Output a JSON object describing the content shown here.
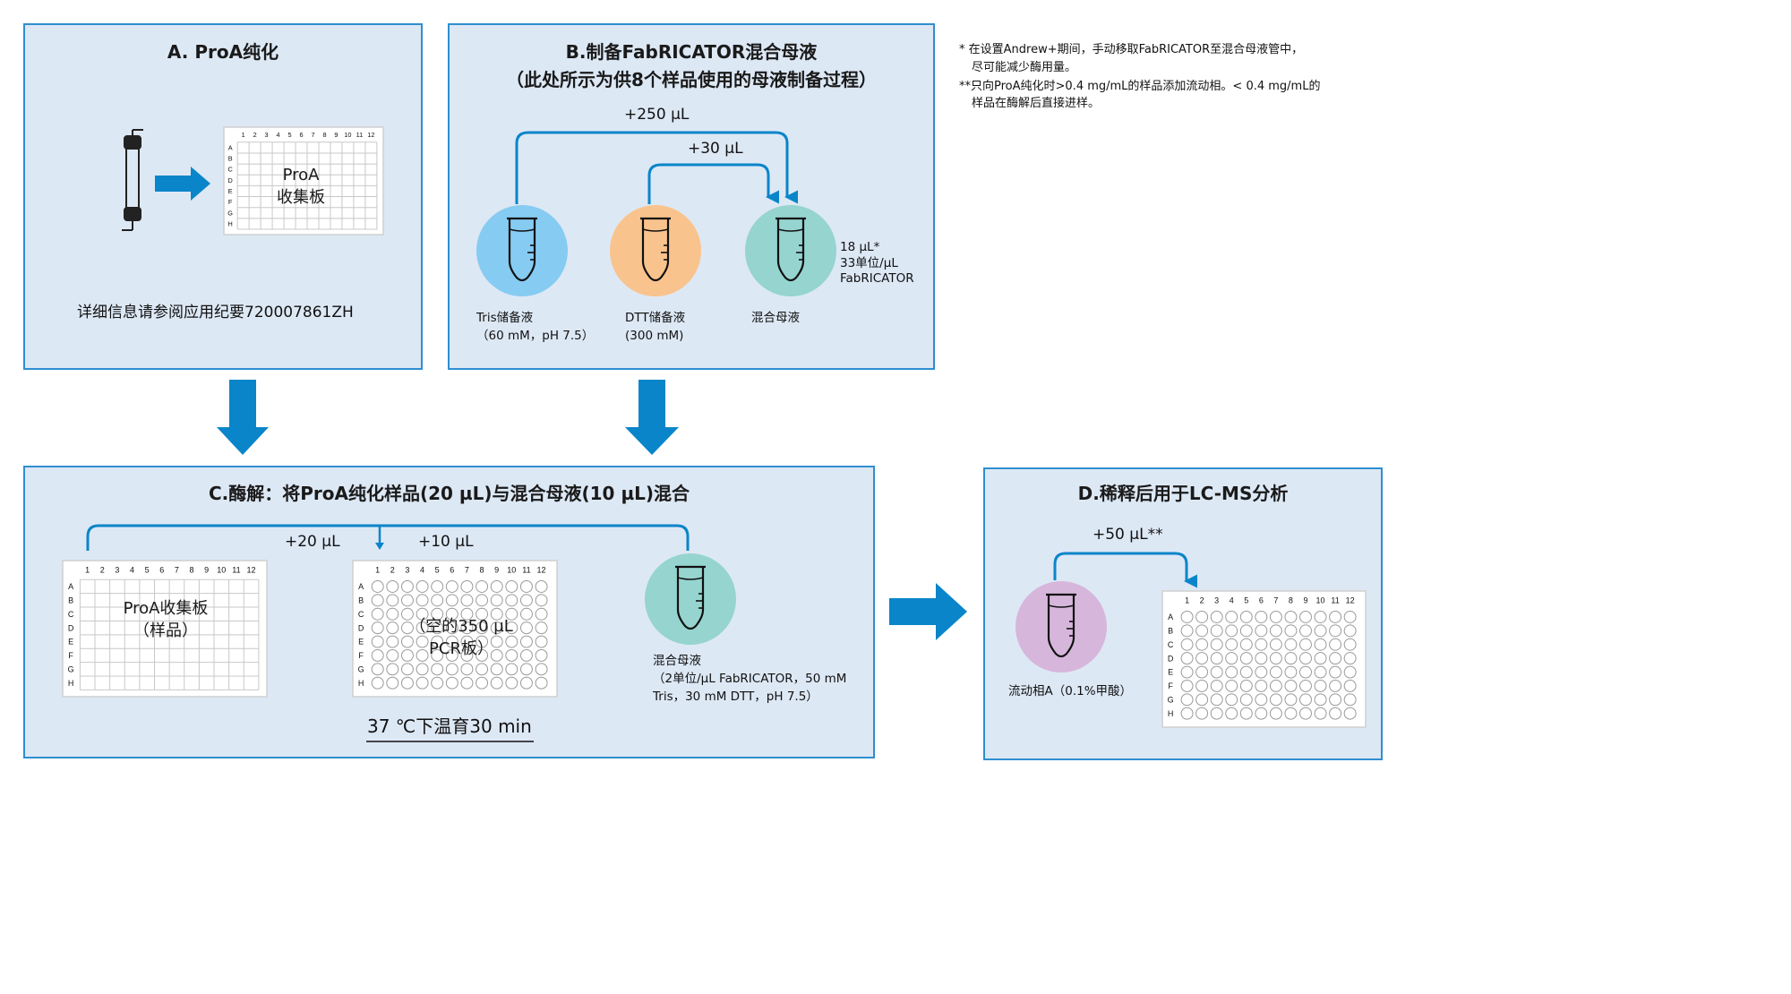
{
  "colors": {
    "panel_bg": "#dde8f5",
    "panel_border": "#2f8fd0",
    "arrow_blue": "#0a85c9",
    "tris_circle": "#86cbf2",
    "dtt_circle": "#f9c38d",
    "mix_circle": "#96d4cf",
    "mobile_circle": "#d7b6dc"
  },
  "notes": {
    "note1_line1": "*  在设置Andrew+期间，手动移取FabRICATOR至混合母液管中，",
    "note1_line2": "尽可能减少酶用量。",
    "note2_line1": "**只向ProA纯化时>0.4 mg/mL的样品添加流动相。< 0.4 mg/mL的",
    "note2_line2": "样品在酶解后直接进样。"
  },
  "panel_a": {
    "title": "A. ProA纯化",
    "plate_label_line1": "ProA",
    "plate_label_line2": "收集板",
    "reference": "详细信息请参阅应用纪要720007861ZH"
  },
  "panel_b": {
    "title_line1": "B.制备FabRICATOR混合母液",
    "title_line2": "（此处所示为供8个样品使用的母液制备过程）",
    "add_tris": "+250 µL",
    "add_dtt": "+30 µL",
    "tris_label_line1": "Tris储备液",
    "tris_label_line2": "（60 mM，pH 7.5）",
    "dtt_label_line1": "DTT储备液",
    "dtt_label_line2": "(300 mM)",
    "mix_label": "混合母液",
    "enzyme_line1": "18 µL*",
    "enzyme_line2": "33单位/µL",
    "enzyme_line3": "FabRICATOR"
  },
  "panel_c": {
    "title": "C.酶解：将ProA纯化样品(20 µL)与混合母液(10 µL)混合",
    "add_sample": "+20 µL",
    "add_mix": "+10 µL",
    "plate1_label_line1": "ProA收集板",
    "plate1_label_line2": "（样品）",
    "plate2_label_line1": "（空的350 µL",
    "plate2_label_line2": "PCR板）",
    "mix_label_line1": "混合母液",
    "mix_label_line2": "（2单位/µL FabRICATOR，50 mM",
    "mix_label_line3": "Tris，30 mM DTT，pH 7.5）",
    "incubation": "37 ℃下温育30 min"
  },
  "panel_d": {
    "title": "D.稀释后用于LC-MS分析",
    "add_mobile": "+50 µL**",
    "mobile_label": "流动相A（0.1%甲酸）"
  },
  "plate": {
    "columns": [
      "1",
      "2",
      "3",
      "4",
      "5",
      "6",
      "7",
      "8",
      "9",
      "10",
      "11",
      "12"
    ],
    "rows": [
      "A",
      "B",
      "C",
      "D",
      "E",
      "F",
      "G",
      "H"
    ]
  }
}
